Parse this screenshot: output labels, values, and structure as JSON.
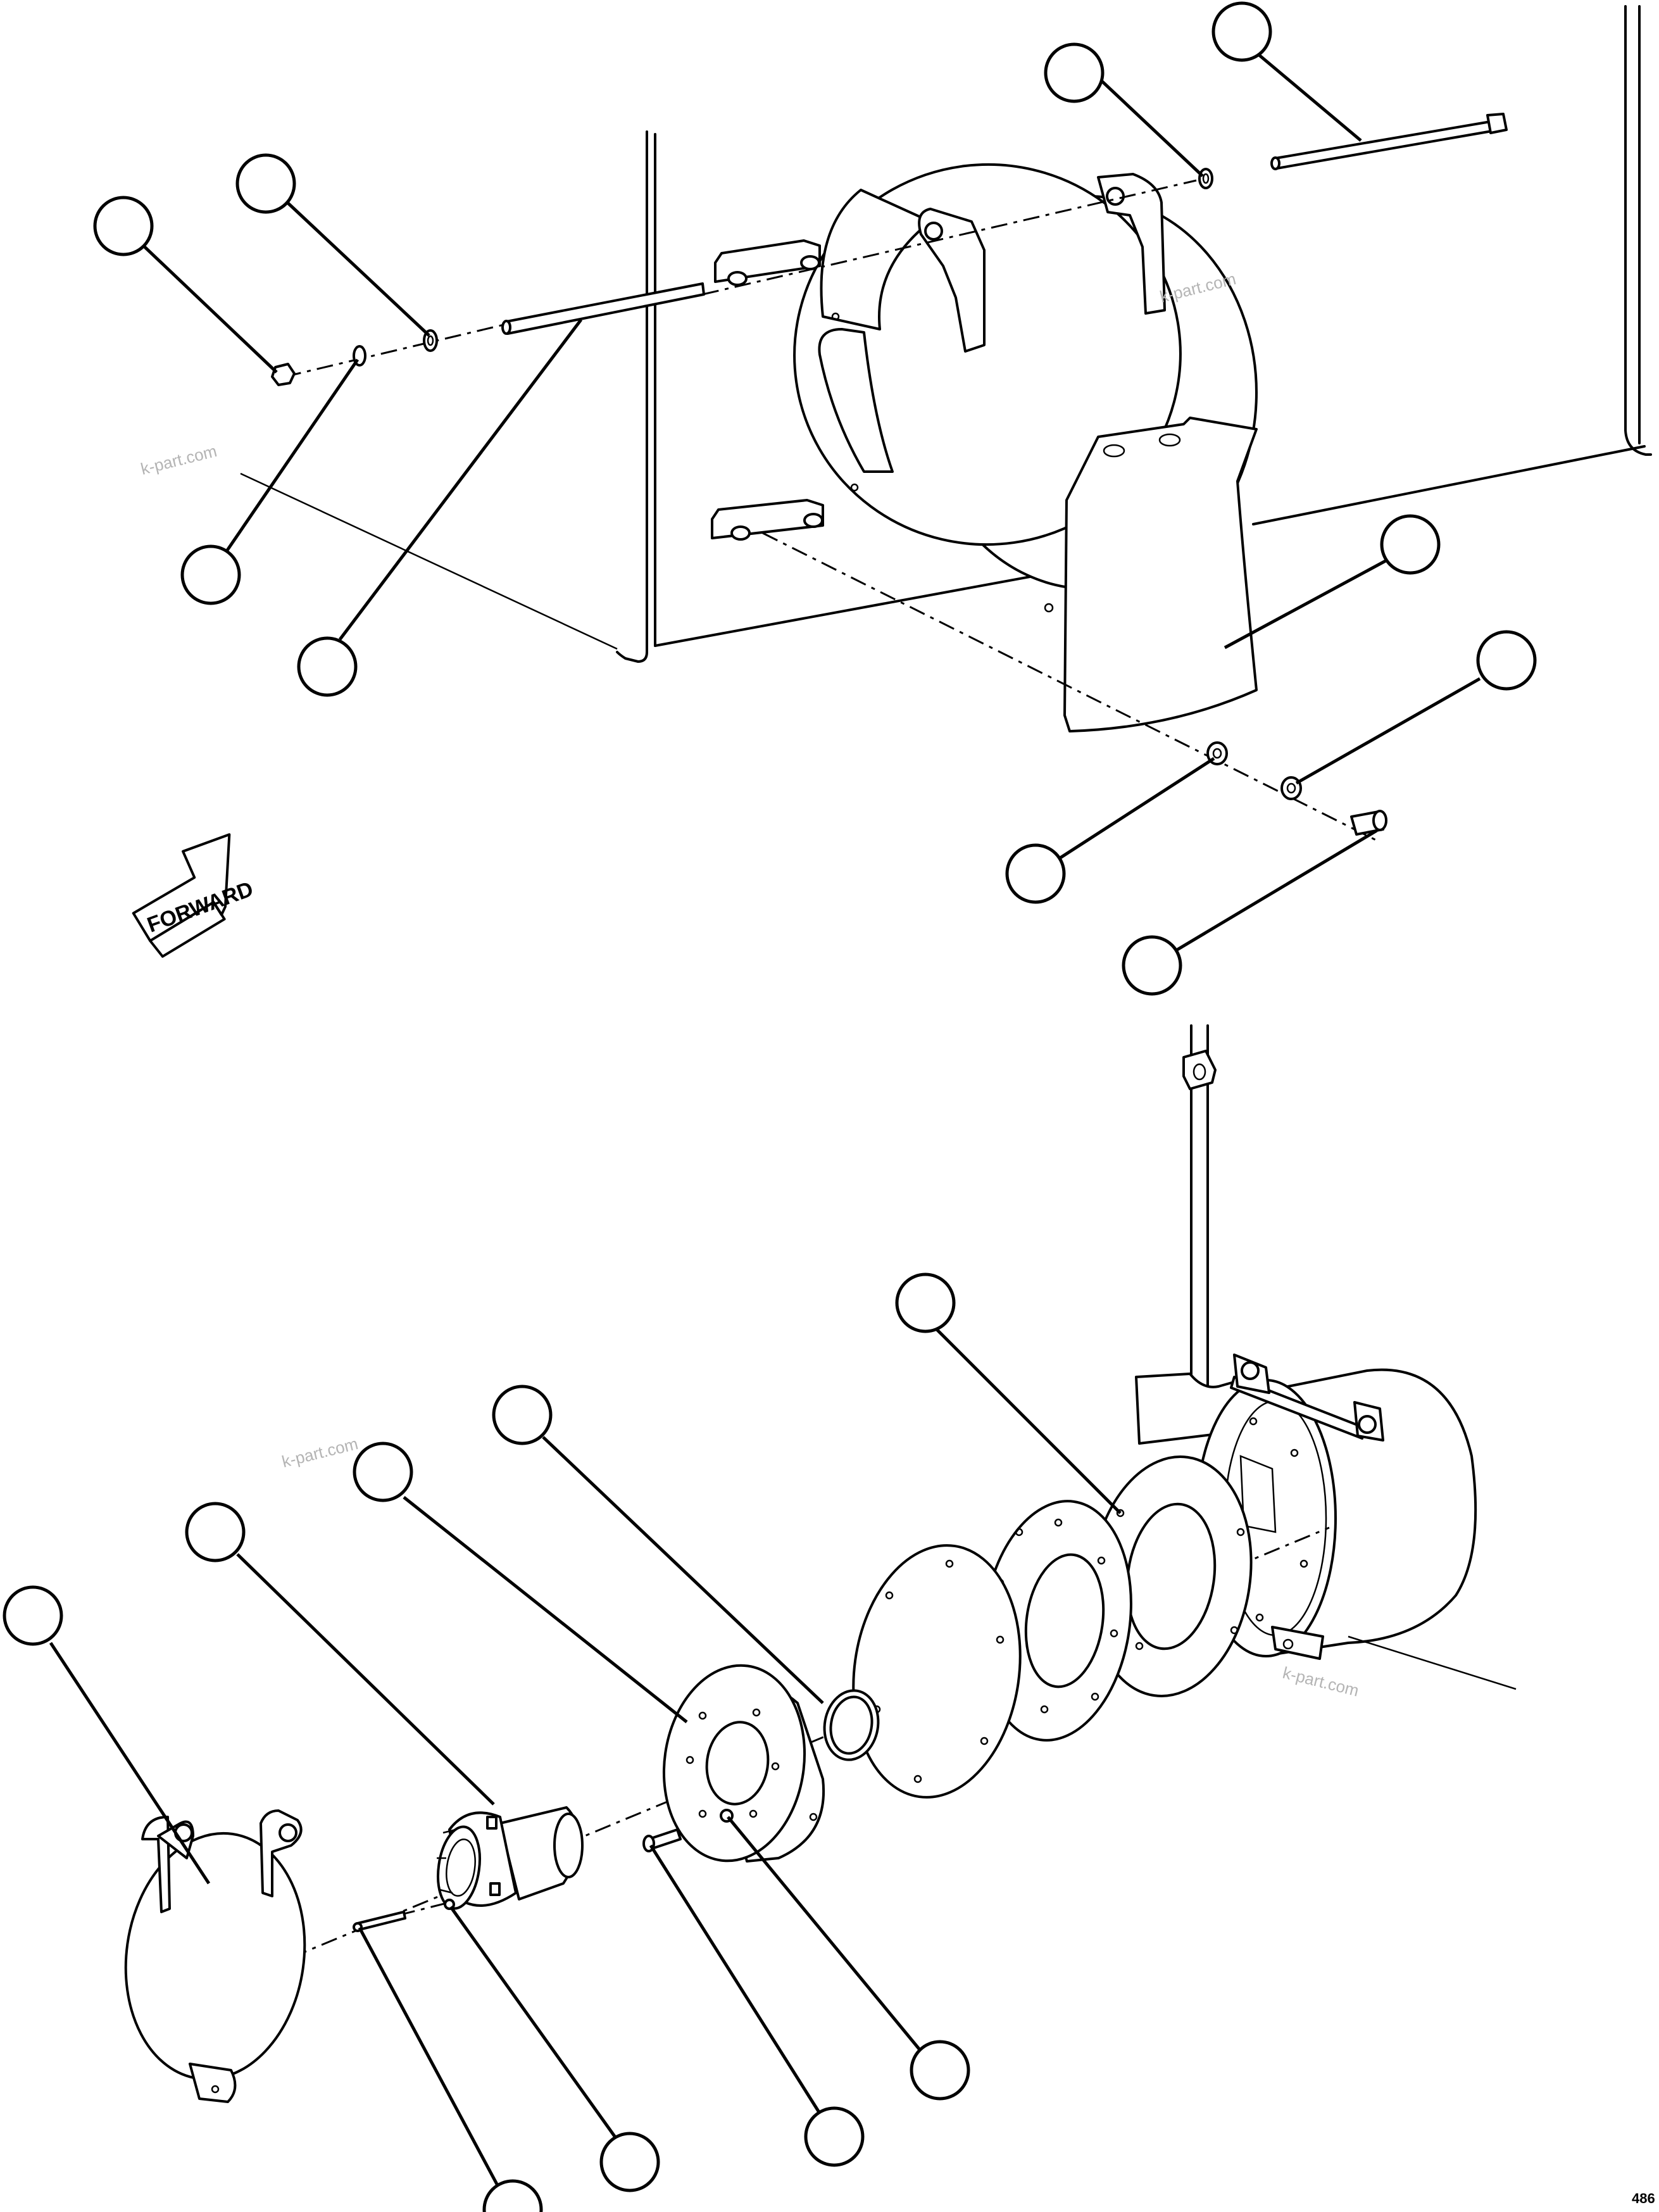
{
  "forward_arrow": {
    "label": "FORWARD"
  },
  "watermark": {
    "text": "k-part.com"
  },
  "figure_code": "486"
}
